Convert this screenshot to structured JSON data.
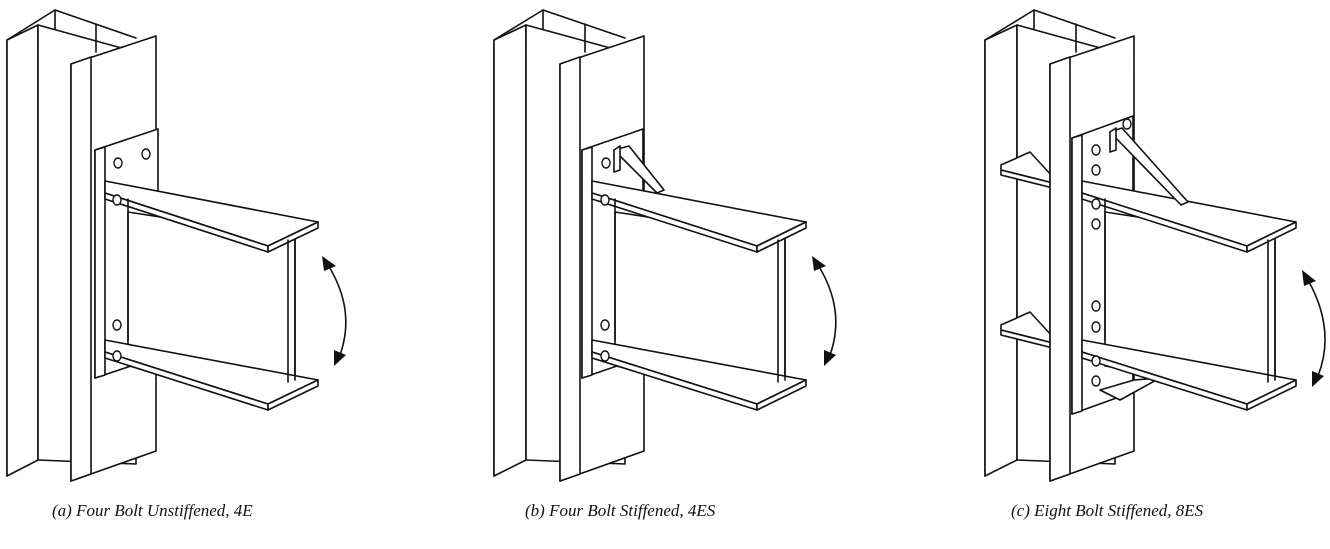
{
  "figure": {
    "panels": [
      {
        "id": "a",
        "caption": "(a) Four Bolt Unstiffened, 4E",
        "bolt_rows": 4,
        "stiffened": false,
        "column_stiffeners": false
      },
      {
        "id": "b",
        "caption": "(b) Four Bolt Stiffened, 4ES",
        "bolt_rows": 4,
        "stiffened": true,
        "column_stiffeners": false
      },
      {
        "id": "c",
        "caption": "(c) Eight Bolt Stiffened, 8ES",
        "bolt_rows": 8,
        "stiffened": true,
        "column_stiffeners": true
      }
    ],
    "colors": {
      "line": "#111111",
      "fill": "#ffffff"
    }
  }
}
